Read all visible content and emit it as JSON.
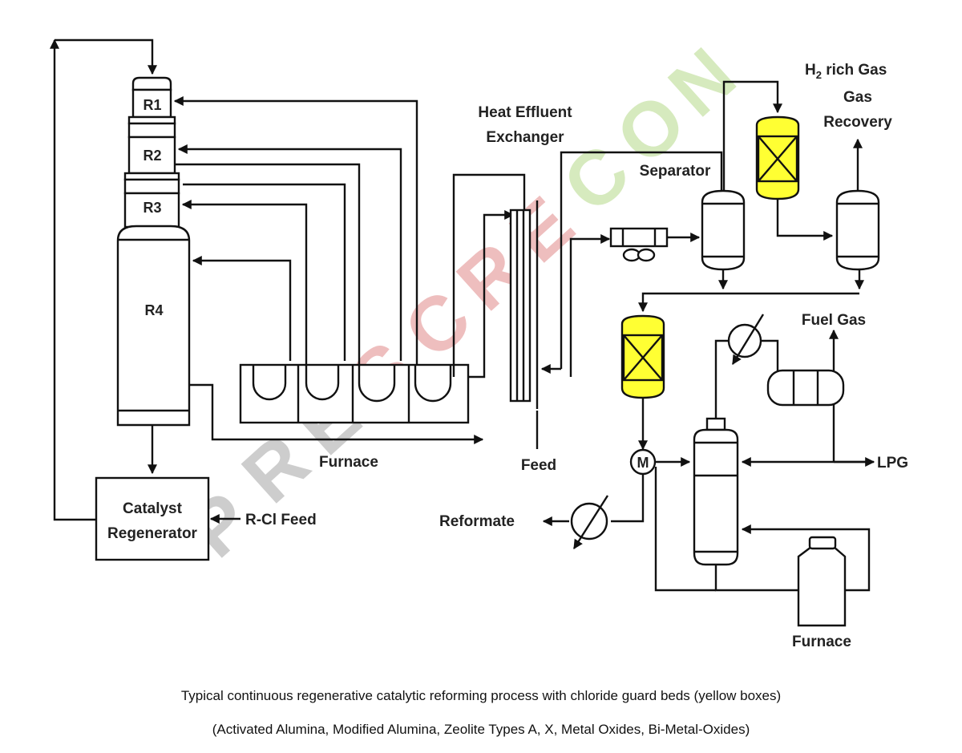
{
  "labels": {
    "r1": "R1",
    "r2": "R2",
    "r3": "R3",
    "r4": "R4",
    "catalyst_regenerator_1": "Catalyst",
    "catalyst_regenerator_2": "Regenerator",
    "rcl_feed": "R-Cl Feed",
    "furnace_left": "Furnace",
    "heat_effluent_1": "Heat Effluent",
    "heat_effluent_2": "Exchanger",
    "feed": "Feed",
    "separator": "Separator",
    "h2_h": "H",
    "h2_sub": "2",
    "h2_rest": " rich Gas",
    "gas": "Gas",
    "recovery": "Recovery",
    "fuel_gas": "Fuel Gas",
    "lpg": "LPG",
    "reformate": "Reformate",
    "furnace_right": "Furnace",
    "pump": "M"
  },
  "watermark": {
    "letters": [
      "P",
      "R",
      "E",
      "S",
      "C",
      "R",
      "E",
      "C",
      "O",
      "N"
    ],
    "colors": [
      "#bdbdbd",
      "#bdbdbd",
      "#bdbdbd",
      "#e8a9a9",
      "#e8a9a9",
      "#e8a9a9",
      "#e8a9a9",
      "#c9e3a8",
      "#c9e3a8",
      "#c9e3a8"
    ]
  },
  "caption": {
    "line1": "Typical continuous regenerative catalytic reforming process with chloride guard beds (yellow boxes)",
    "line2": "(Activated Alumina, Modified Alumina, Zeolite Types A, X, Metal Oxides, Bi-Metal-Oxides)"
  },
  "colors": {
    "guard_bed": "#ffff33",
    "line": "#111111"
  }
}
